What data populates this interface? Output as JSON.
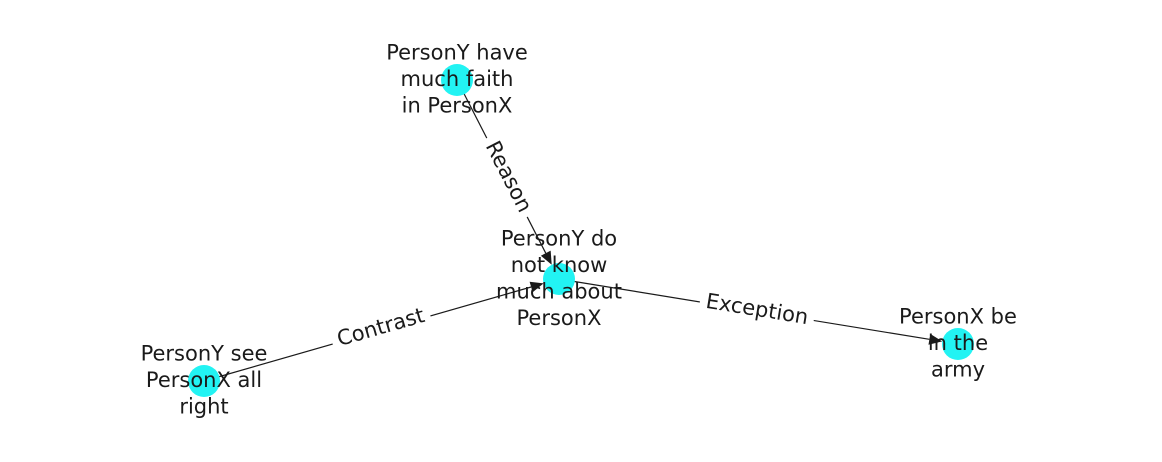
{
  "graph": {
    "nodes": [
      {
        "id": "center",
        "lines": [
          "PersonY do",
          "not know",
          "much about",
          "PersonX"
        ]
      },
      {
        "id": "top",
        "lines": [
          "PersonY have",
          "much faith",
          "in PersonX"
        ]
      },
      {
        "id": "left",
        "lines": [
          "PersonY see",
          "PersonX all",
          "right"
        ]
      },
      {
        "id": "right",
        "lines": [
          "PersonX be",
          "in the",
          "army"
        ]
      }
    ],
    "edges": [
      {
        "from": "top",
        "to": "center",
        "label": "Reason"
      },
      {
        "from": "left",
        "to": "center",
        "label": "Contrast"
      },
      {
        "from": "center",
        "to": "right",
        "label": "Exception"
      }
    ]
  },
  "colors": {
    "node": "#22f3f3",
    "edge": "#1a1a1a"
  }
}
